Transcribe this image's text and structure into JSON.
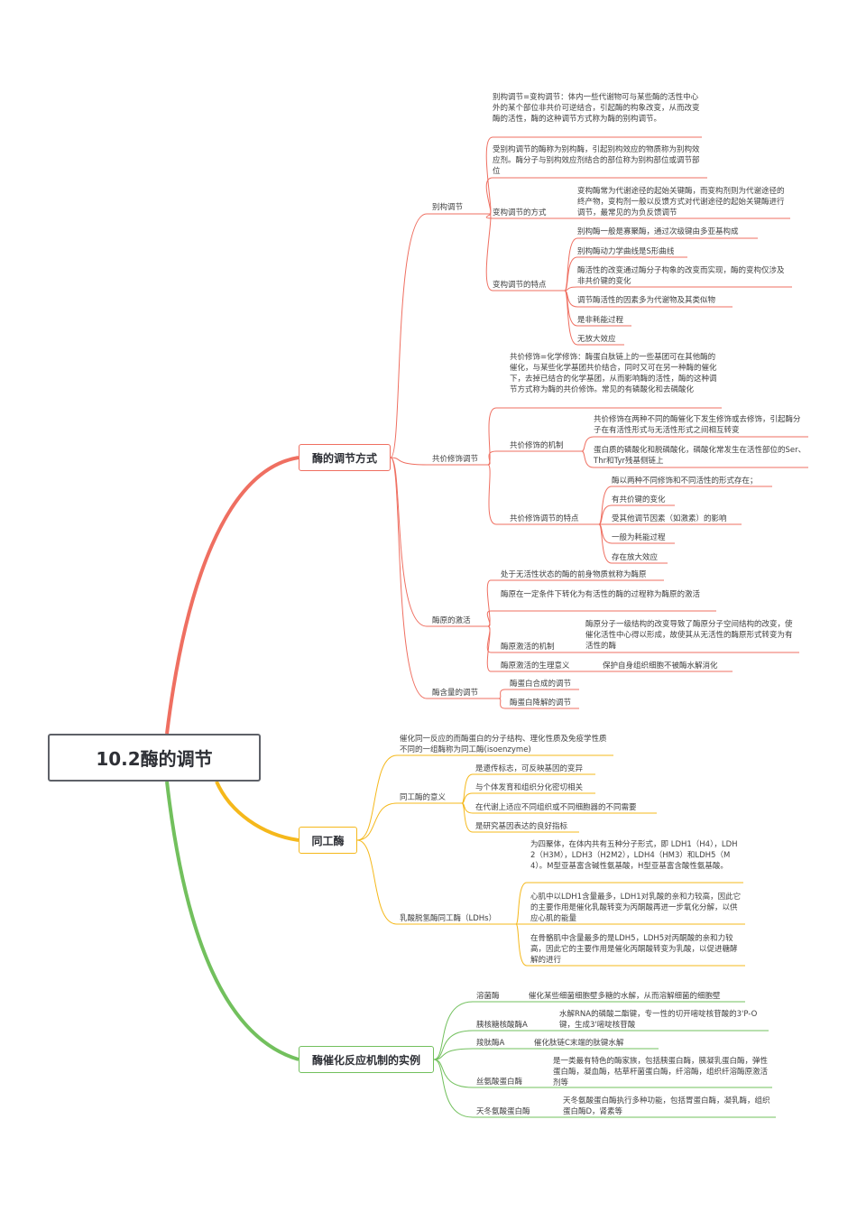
{
  "title": "10.2酶的调节",
  "colors": {
    "red": "#ef6f61",
    "yellow": "#f5b81b",
    "green": "#72c05d",
    "root_border": "#5e6168"
  },
  "branches": {
    "regulation": {
      "label": "酶的调节方式",
      "allosteric": {
        "label": "别构调节",
        "def": "别构调节=变构调节：体内一些代谢物可与某些酶的活性中心外的某个部位非共价可逆结合，引起酶的构象改变，从而改变酶的活性，酶的这种调节方式称为酶的别构调节。",
        "effector": "受别构调节的酶称为别构酶，引起别构效应的物质称为别构效应剂。酶分子与别构效应剂结合的部位称为别构部位或调节部位",
        "mode_label": "变构调节的方式",
        "mode_text": "变构酶常为代谢途径的起始关键酶，而变构剂则为代谢途径的终产物，变构剂一般以反馈方式对代谢途径的起始关键酶进行调节，最常见的为负反馈调节",
        "feat_label": "变构调节的特点",
        "features": [
          "别构酶一般是寡聚酶，通过次级键由多亚基构成",
          "别构酶动力学曲线是S形曲线",
          "酶活性的改变通过酶分子构象的改变而实现，酶的变构仅涉及非共价键的变化",
          "调节酶活性的因素多为代谢物及其类似物",
          "是非耗能过程",
          "无放大效应"
        ]
      },
      "covalent": {
        "label": "共价修饰调节",
        "def": "共价修饰=化学修饰：酶蛋白肽链上的一些基团可在其他酶的催化，与某些化学基团共价结合，同时又可在另一种酶的催化下，去掉已结合的化学基团，从而影响酶的活性，酶的这种调节方式称为酶的共价修饰。常见的有磷酸化和去磷酸化",
        "mech_label": "共价修饰的机制",
        "mech": [
          "共价修饰在两种不同的酶催化下发生修饰或去修饰，引起酶分子在有活性形式与无活性形式之间相互转变",
          "蛋白质的磷酸化和脱磷酸化，磷酸化常发生在活性部位的Ser、Thr和Tyr残基侧链上"
        ],
        "feat_label": "共价修饰调节的特点",
        "features": [
          "酶以两种不同修饰和不同活性的形式存在；",
          "有共价键的变化",
          "受其他调节因素（如激素）的影响",
          "一般为耗能过程",
          "存在放大效应"
        ]
      },
      "zymogen": {
        "label": "酶原的激活",
        "items": [
          "处于无活性状态的酶的前身物质就称为酶原",
          "酶原在一定条件下转化为有活性的酶的过程称为酶原的激活"
        ],
        "mech_label": "酶原激活的机制",
        "mech_text": "酶原分子一级结构的改变导致了酶原分子空间结构的改变，使催化活性中心得以形成，故使其从无活性的酶原形式转变为有活性的酶",
        "phys_label": "酶原激活的生理意义",
        "phys_text": "保护自身组织细胞不被酶水解消化"
      },
      "amount": {
        "label": "酶含量的调节",
        "items": [
          "酶蛋白合成的调节",
          "酶蛋白降解的调节"
        ]
      }
    },
    "isoenzyme": {
      "label": "同工酶",
      "def": "催化同一反应的而酶蛋白的分子结构、理化性质及免疫学性质不同的一组酶称为同工酶(isoenzyme)",
      "meaning_label": "同工酶的意义",
      "meanings": [
        "是遗传标志，可反映基因的变异",
        "与个体发育和组织分化密切相关",
        "在代谢上适应不同组织或不同细胞器的不同需要",
        "是研究基因表达的良好指标"
      ],
      "ldh_label": "乳酸脱氢酶同工酶（LDHs）",
      "ldh": [
        "为四聚体，在体内共有五种分子形式，即 LDH1（H4），LDH2（H3M），LDH3（H2M2），LDH4（HM3）和LDH5（M4）。M型亚基富含碱性氨基酸，H型亚基富含酸性氨基酸。",
        "心肌中以LDH1含量最多，LDH1对乳酸的亲和力较高，因此它的主要作用是催化乳酸转变为丙酮酸再进一步氧化分解，以供应心肌的能量",
        "在骨骼肌中含量最多的是LDH5，LDH5对丙酮酸的亲和力较高，因此它的主要作用是催化丙酮酸转变为乳酸，以促进糖酵解的进行"
      ]
    },
    "examples": {
      "label": "酶催化反应机制的实例",
      "items": [
        {
          "name": "溶菌酶",
          "desc": "催化某些细菌细胞壁多糖的水解，从而溶解细菌的细胞壁"
        },
        {
          "name": "胰核糖核酸酶A",
          "desc": "水解RNA的磷酸二酯键，专一性的切开嘧啶核苷酸的3'P-O键，生成3'嘧啶核苷酸"
        },
        {
          "name": "羧肽酶A",
          "desc": "催化肽链C末端的肽键水解"
        },
        {
          "name": "丝氨酸蛋白酶",
          "desc": "是一类最有特色的酶家族，包括胰蛋白酶，胰凝乳蛋白酶，弹性蛋白酶，凝血酶，枯草杆菌蛋白酶，纤溶酶，组织纤溶酶原激活剂等"
        },
        {
          "name": "天冬氨酸蛋白酶",
          "desc": "天冬氨酸蛋白酶执行多种功能，包括胃蛋白酶，凝乳酶，组织蛋白酶D，肾素等"
        }
      ]
    }
  }
}
